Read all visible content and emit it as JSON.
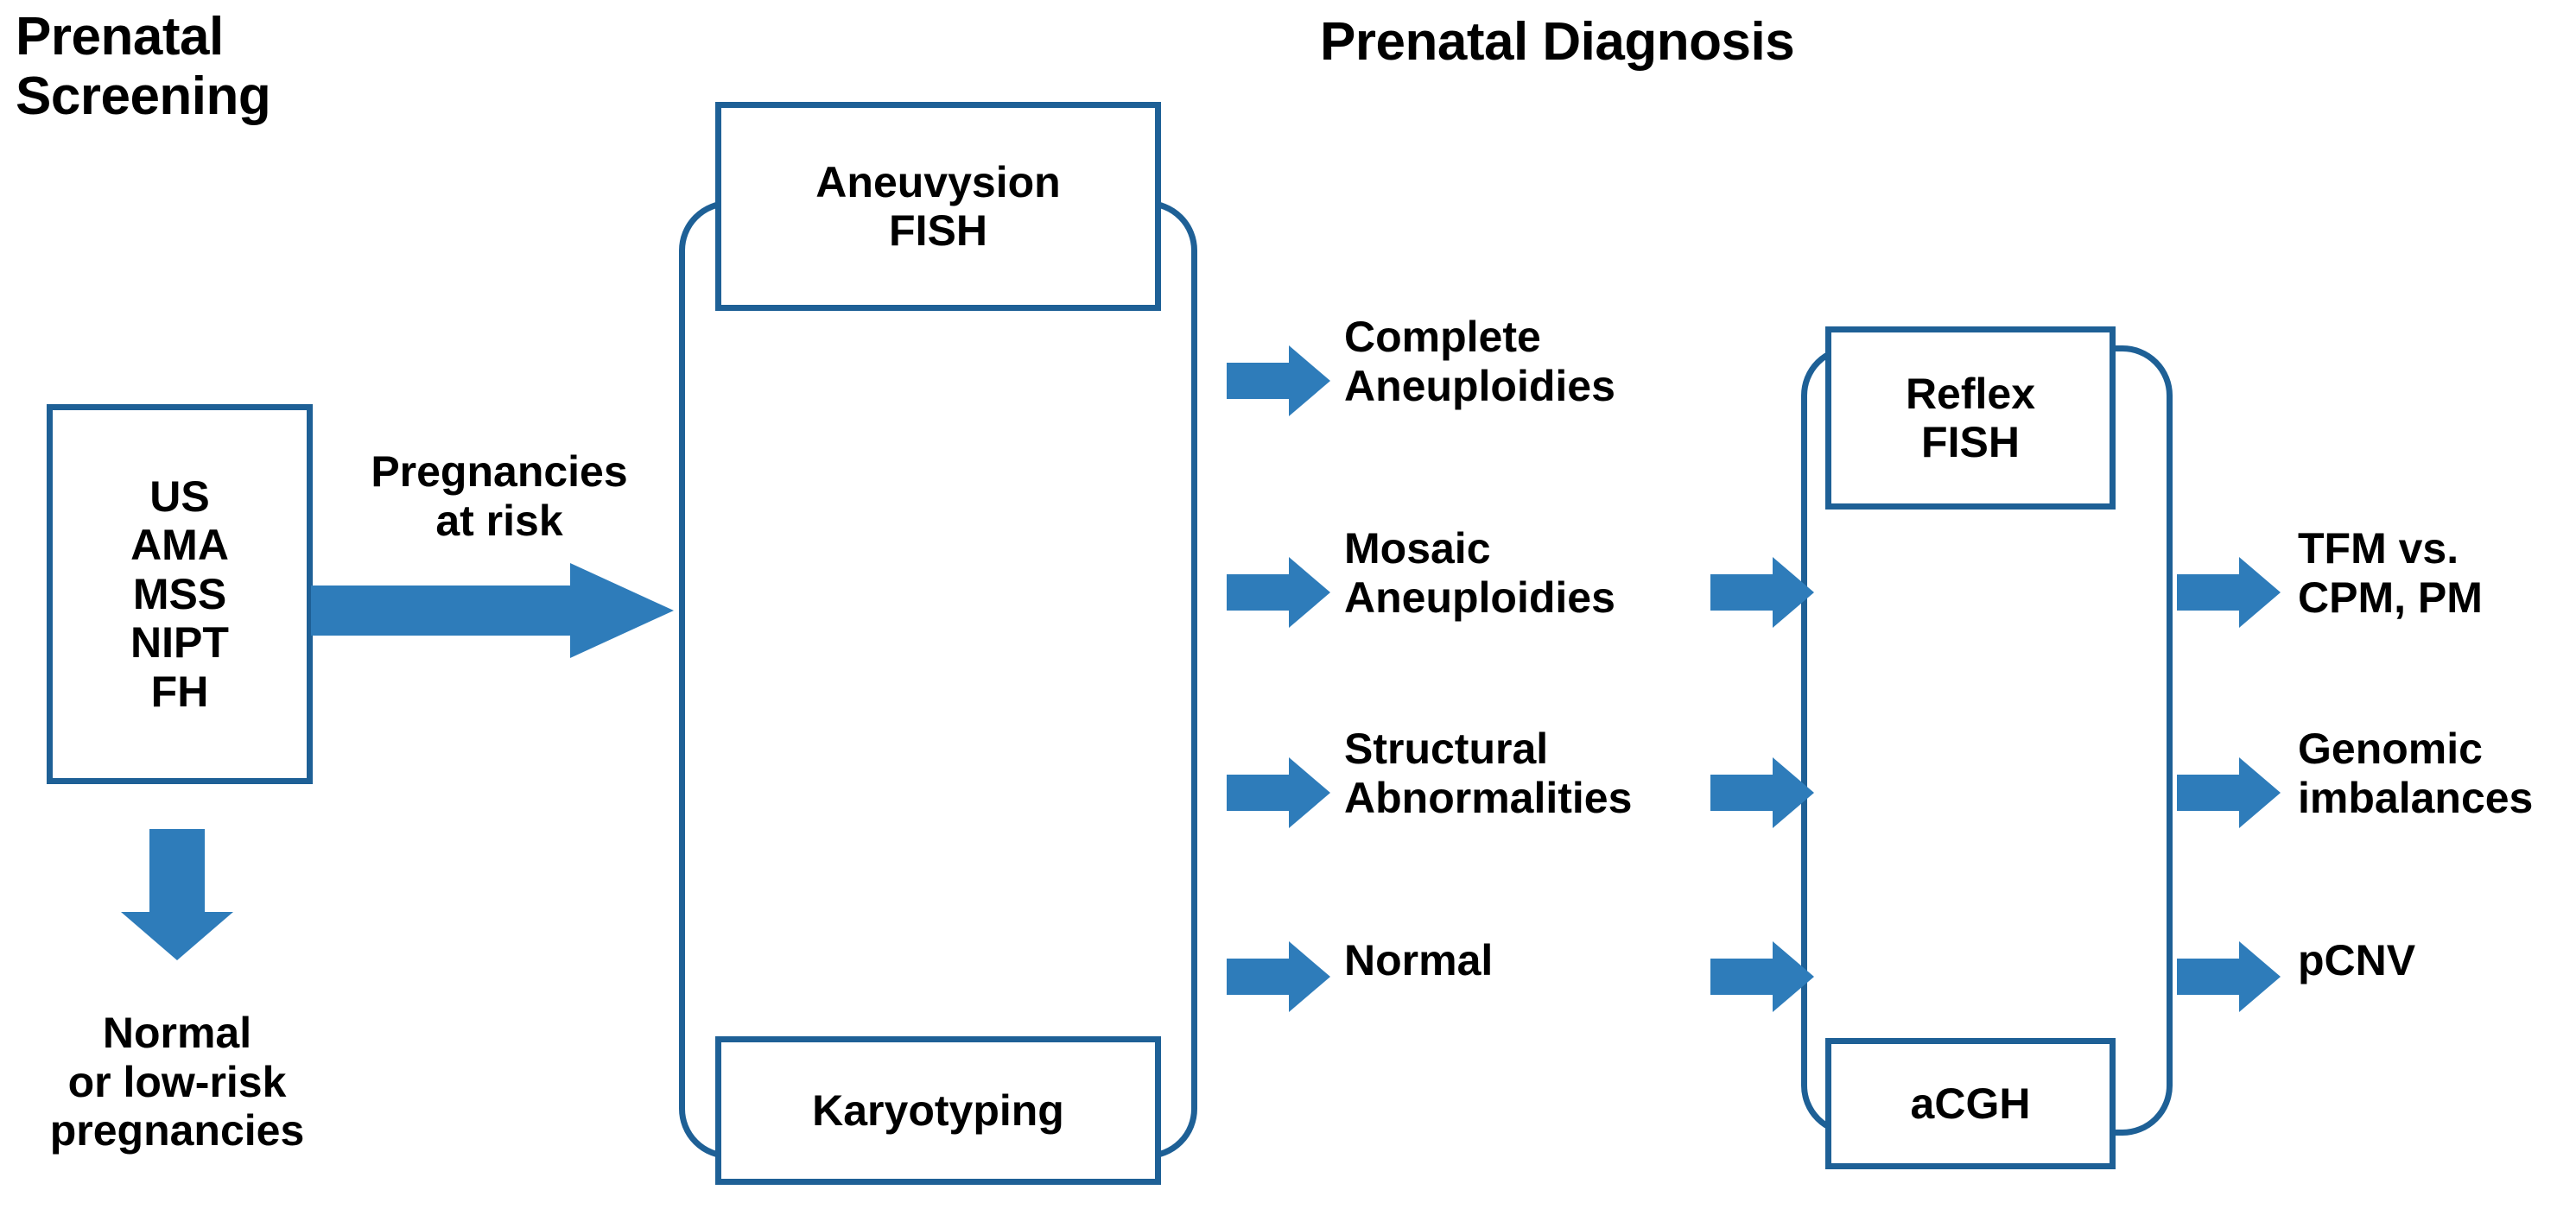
{
  "diagram": {
    "title_left": "Prenatal\nScreening",
    "title_right": "Prenatal  Diagnosis",
    "accent_blue": "#2E7CBA",
    "outline_blue": "#1E6096",
    "text_color": "#000000",
    "background": "#FFFFFF"
  },
  "screening": {
    "indications_box": "US\nAMA\nMSS\nNIPT\nFH",
    "flow_label": "Pregnancies\nat risk",
    "low_risk_outcome": "Normal\nor low-risk\npregnancies"
  },
  "diagnosis_group_1": {
    "top_method": "Aneuvysion\nFISH",
    "bottom_method": "Karyotyping",
    "results": [
      {
        "label": "Complete\nAneuploidies"
      },
      {
        "label": "Mosaic\nAneuploidies"
      },
      {
        "label": "Structural\nAbnormalities"
      },
      {
        "label": "Normal"
      }
    ]
  },
  "diagnosis_group_2": {
    "top_method": "Reflex\nFISH",
    "bottom_method": "aCGH",
    "results": [
      {
        "label": "TFM vs.\nCPM, PM"
      },
      {
        "label": "Genomic\nimbalances"
      },
      {
        "label": "pCNV"
      }
    ]
  },
  "arrows": {
    "pregnancies_at_risk": "right-arrow-icon",
    "low_risk": "down-arrow-icon",
    "group1_result_1": "right-arrow-icon",
    "group1_result_2": "right-arrow-icon",
    "group1_result_3": "right-arrow-icon",
    "group1_result_4": "right-arrow-icon",
    "into_group2_1": "right-arrow-icon",
    "into_group2_2": "right-arrow-icon",
    "into_group2_3": "right-arrow-icon",
    "group2_result_1": "right-arrow-icon",
    "group2_result_2": "right-arrow-icon",
    "group2_result_3": "right-arrow-icon"
  }
}
